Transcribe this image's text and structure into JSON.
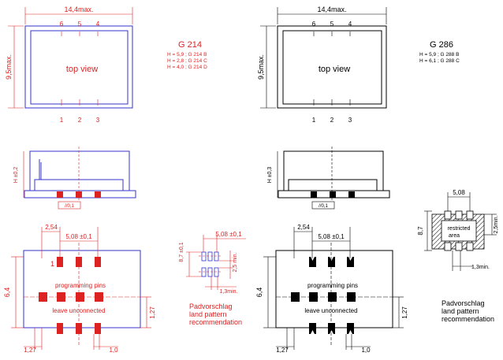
{
  "colors": {
    "outline": "#3333cc",
    "red": "#dd2222",
    "black": "#000000"
  },
  "left": {
    "width_dim": "14,4max.",
    "height_dim": "9,5max.",
    "top_pins": [
      "6",
      "5",
      "4"
    ],
    "bottom_pins": [
      "1",
      "2",
      "3"
    ],
    "view_label": "top view",
    "title": "G 214",
    "variants": [
      "H = 5,9 ; G 214 B",
      "H = 2,8 ; G 214 C",
      "H = 4,0 ; G 214 D"
    ],
    "side_height": "H ±0,2",
    "flatness": "//0,1",
    "dim_pitch_left": "2,54",
    "dim_pitch": "5,08 ±0,1",
    "pin_one": "1",
    "height_fp": "6,4",
    "prog_label": "programming pins",
    "unconnected_label": "leave unconnected",
    "dim_right": "1,27",
    "dim_bottom_left": "1,27",
    "dim_bottom_right": "1,0",
    "pad_dim_top": "5,08 ±0,1",
    "pad_dim_left": "8,7 ±0,1",
    "pad_dim_mid": "2,5 min.",
    "pad_dim_bottom": "1,3min.",
    "pad_caption": [
      "Padvorschlag",
      "land pattern",
      "recommendation"
    ]
  },
  "right": {
    "width_dim": "14,4max.",
    "height_dim": "9,5max.",
    "top_pins": [
      "6",
      "5",
      "4"
    ],
    "bottom_pins": [
      "1",
      "2",
      "3"
    ],
    "view_label": "top view",
    "title": "G 286",
    "variants": [
      "H = 5,9 ; G 288 B",
      "H = 6,1 ; G 288 C"
    ],
    "side_height": "H ±0,3",
    "flatness": "//0,1",
    "dim_pitch_left": "2,54",
    "dim_pitch": "5,08 ±0,1",
    "height_fp": "6,4",
    "prog_label": "programming pins",
    "unconnected_label": "leave unconnected",
    "dim_right": "1,27",
    "dim_bottom_left": "1,27",
    "dim_bottom_right": "1,0",
    "pad_dim_top": "5,08",
    "pad_dim_left": "8,7",
    "pad_dim_right": "2,5min.",
    "pad_dim_bottom": "1,3min.",
    "restricted": [
      "restricted",
      "area"
    ],
    "pad_caption": [
      "Padvorschlag",
      "land pattern",
      "recommendation"
    ]
  }
}
